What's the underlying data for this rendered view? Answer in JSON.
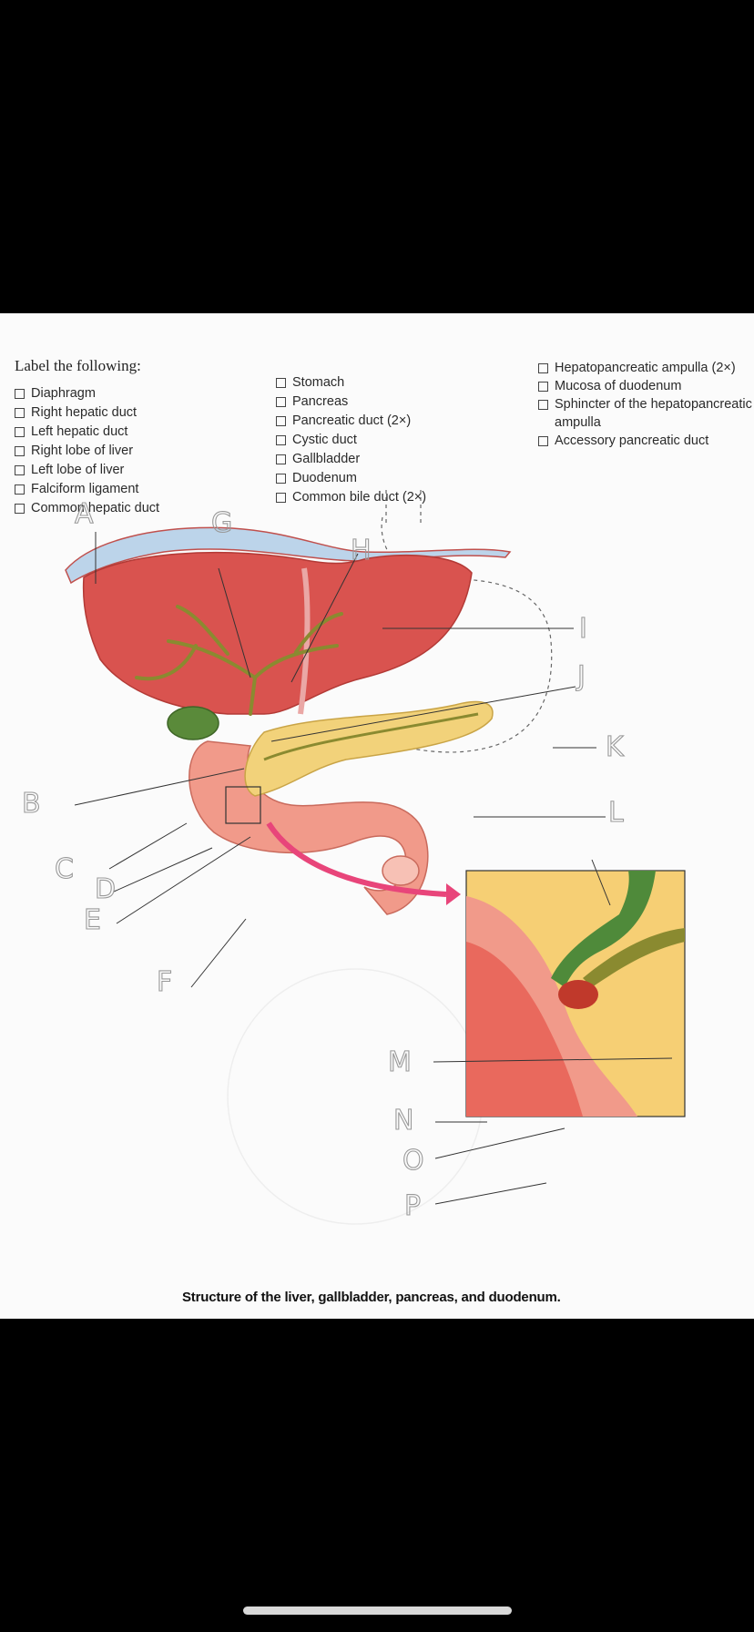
{
  "heading": "Label the following:",
  "columns": [
    [
      "Diaphragm",
      "Right hepatic duct",
      "Left hepatic duct",
      "Right lobe of liver",
      "Left lobe of liver",
      "Falciform ligament",
      "Common hepatic duct"
    ],
    [
      "Stomach",
      "Pancreas",
      "Pancreatic duct (2×)",
      "Cystic duct",
      "Gallbladder",
      "Duodenum",
      "Common bile duct (2×)"
    ],
    [
      "Hepatopancreatic ampulla (2×)",
      "Mucosa of duodenum",
      "Sphincter of the hepatopancreatic ampulla",
      "Accessory pancreatic duct"
    ]
  ],
  "letters": [
    "A",
    "B",
    "C",
    "D",
    "E",
    "F",
    "G",
    "H",
    "I",
    "J",
    "K",
    "L",
    "M",
    "N",
    "O",
    "P"
  ],
  "caption": "Structure of the liver, gallbladder, pancreas, and duodenum.",
  "colors": {
    "liver": "#d9534f",
    "gallbladder": "#5a8a3a",
    "pancreas": "#f2d27a",
    "duodenum": "#f19a8a",
    "bile_duct": "#8a8a30",
    "diaphragm": "#bcd4ea",
    "arrow": "#e8457a"
  }
}
